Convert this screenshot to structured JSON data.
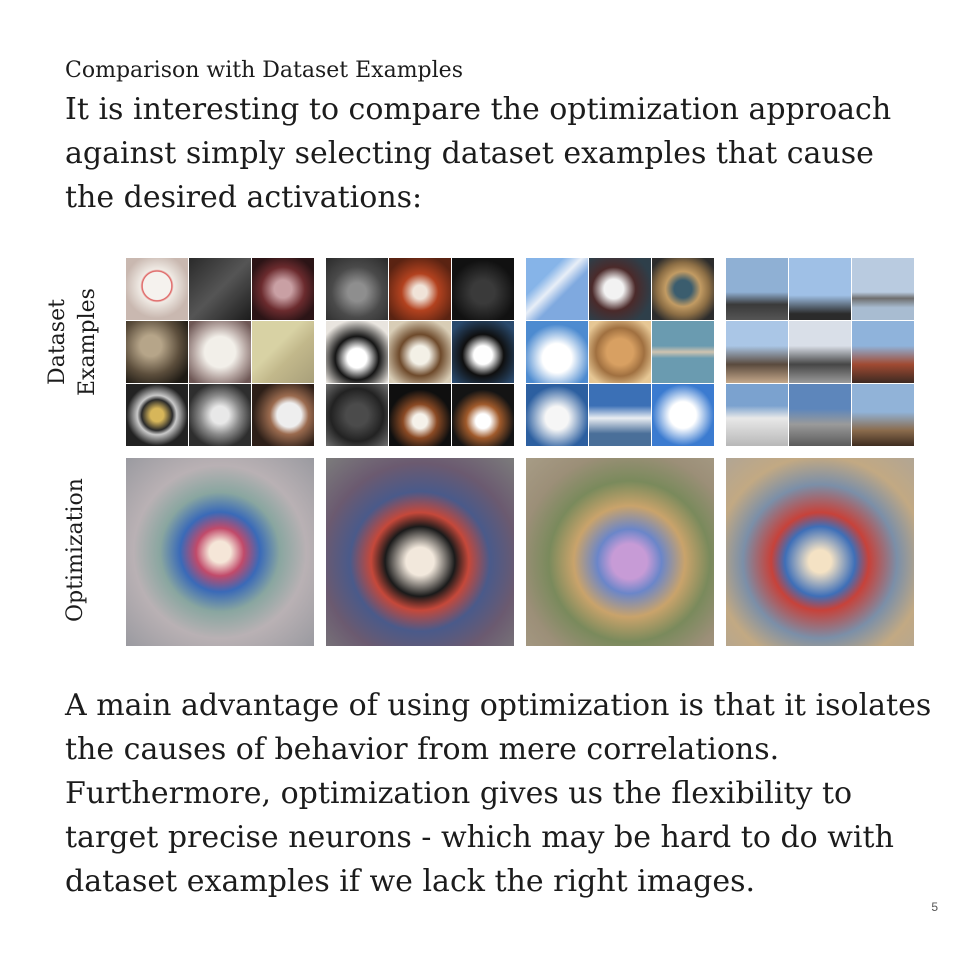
{
  "slide": {
    "subtitle": "Comparison with Dataset Examples",
    "intro": "It is interesting to compare the optimization approach against simply selecting dataset examples that cause the desired activations:",
    "row_labels": {
      "dataset": "Dataset Examples",
      "optimization": "Optimization"
    },
    "body": "A main advantage of using optimization is that it isolates the causes of behavior from mere correlations. Furthermore, optimization gives us the flexibility to target precise neurons - which may be hard to do with dataset examples if we lack the right images.",
    "page_number": "5"
  }
}
